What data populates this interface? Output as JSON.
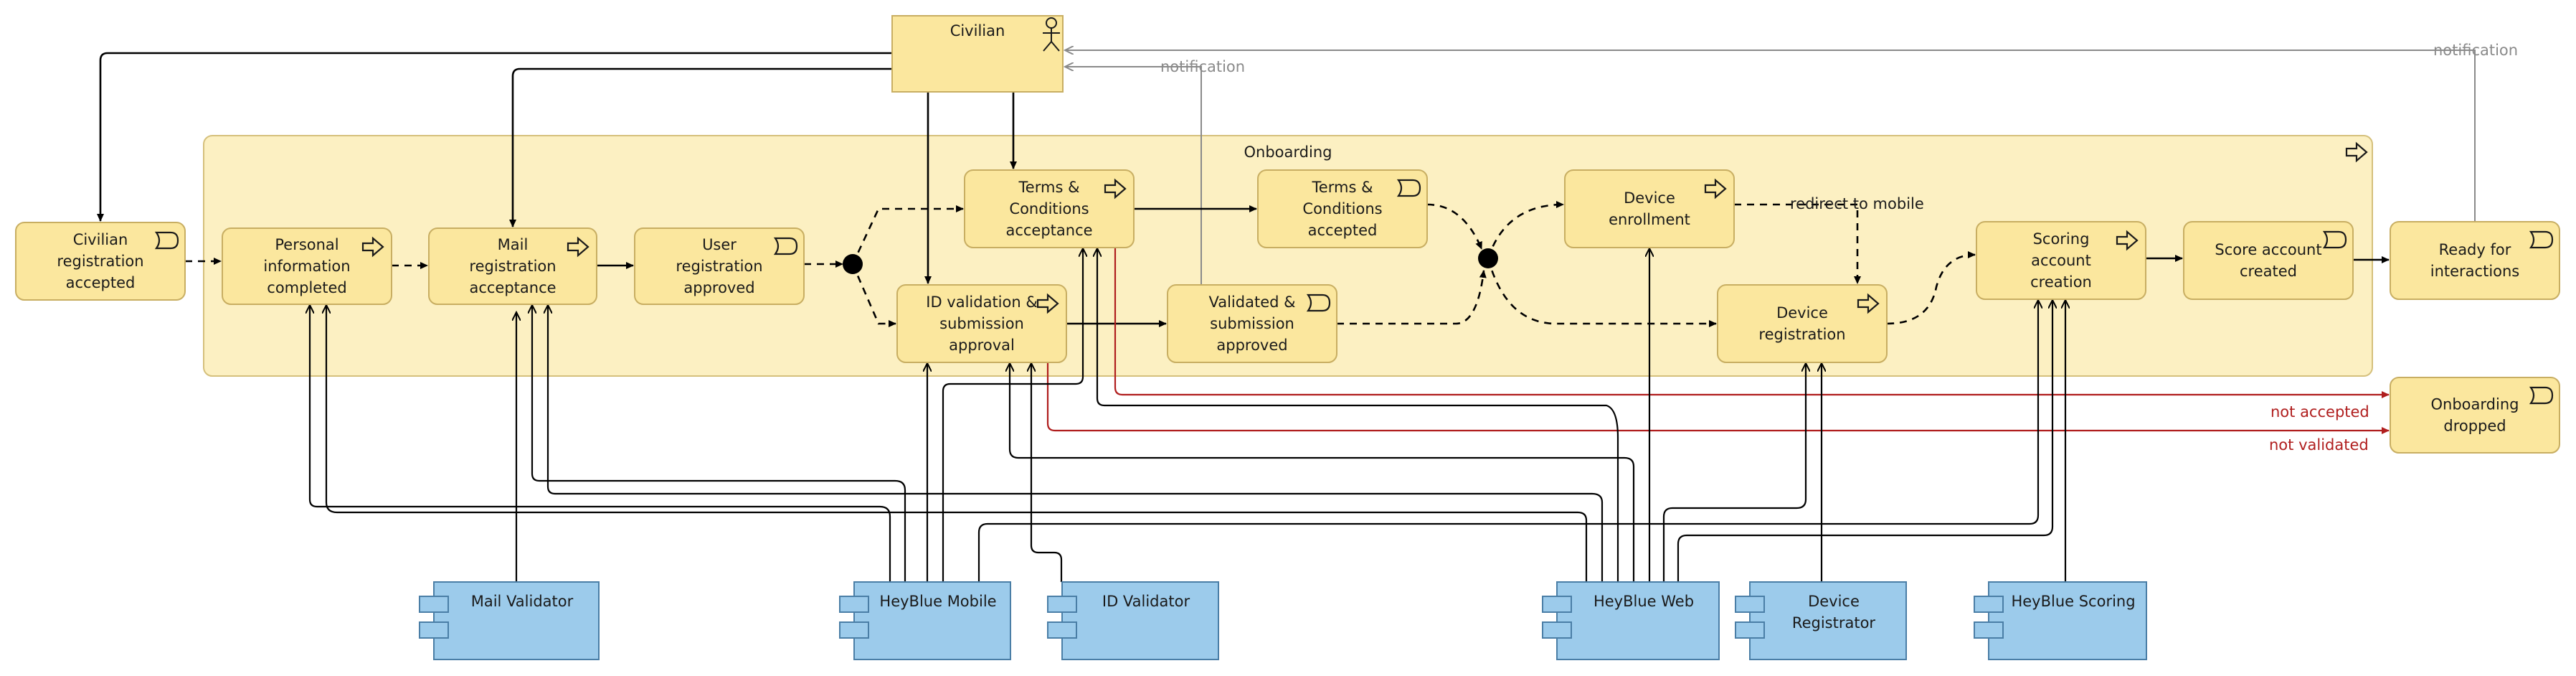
{
  "colors": {
    "business": "#fbe79e",
    "business_stroke": "#c8ae62",
    "group_fill": "#fcf0c2",
    "group_stroke": "#d5c07c",
    "application": "#9ccbeb",
    "application_stroke": "#4a7ea6",
    "flow": "#000000",
    "dropped": "#b01e1e",
    "notification": "#8a8a8a"
  },
  "group": {
    "label": "Onboarding",
    "icon": "process-arrow-icon"
  },
  "actor": {
    "label": "Civilian",
    "icon": "actor-stick-figure-icon"
  },
  "nodes": [
    {
      "id": "civilian-registration-accepted",
      "lines": [
        "Civilian",
        "registration",
        "accepted"
      ],
      "type": "event"
    },
    {
      "id": "personal-information-completed",
      "lines": [
        "Personal",
        "information",
        "completed"
      ],
      "type": "process"
    },
    {
      "id": "mail-registration-acceptance",
      "lines": [
        "Mail",
        "registration",
        "acceptance"
      ],
      "type": "process"
    },
    {
      "id": "user-registration-approved",
      "lines": [
        "User",
        "registration",
        "approved"
      ],
      "type": "event"
    },
    {
      "id": "terms-conditions-acceptance",
      "lines": [
        "Terms &",
        "Conditions",
        "acceptance"
      ],
      "type": "process"
    },
    {
      "id": "id-validation-submission-approval",
      "lines": [
        "ID validation &",
        "submission",
        "approval"
      ],
      "type": "process"
    },
    {
      "id": "terms-conditions-accepted",
      "lines": [
        "Terms &",
        "Conditions",
        "accepted"
      ],
      "type": "event"
    },
    {
      "id": "validated-submission-approved",
      "lines": [
        "Validated &",
        "submission",
        "approved"
      ],
      "type": "event"
    },
    {
      "id": "device-enrollment",
      "lines": [
        "Device",
        "enrollment"
      ],
      "type": "process"
    },
    {
      "id": "device-registration",
      "lines": [
        "Device",
        "registration"
      ],
      "type": "process"
    },
    {
      "id": "scoring-account-creation",
      "lines": [
        "Scoring",
        "account",
        "creation"
      ],
      "type": "process"
    },
    {
      "id": "score-account-created",
      "lines": [
        "Score account",
        "created"
      ],
      "type": "event"
    },
    {
      "id": "ready-for-interactions",
      "lines": [
        "Ready for",
        "interactions"
      ],
      "type": "event"
    },
    {
      "id": "onboarding-dropped",
      "lines": [
        "Onboarding",
        "dropped"
      ],
      "type": "event"
    }
  ],
  "components": [
    {
      "id": "mail-validator",
      "label": "Mail Validator"
    },
    {
      "id": "heyblue-mobile",
      "label": "HeyBlue Mobile"
    },
    {
      "id": "id-validator",
      "label": "ID Validator"
    },
    {
      "id": "heyblue-web",
      "label": "HeyBlue Web"
    },
    {
      "id": "device-registrator",
      "lines": [
        "Device",
        "Registrator"
      ]
    },
    {
      "id": "heyblue-scoring",
      "label": "HeyBlue Scoring"
    }
  ],
  "edge_labels": {
    "notification_1": "notification",
    "notification_2": "notification",
    "redirect": "redirect to mobile",
    "not_accepted": "not accepted",
    "not_validated": "not validated"
  }
}
